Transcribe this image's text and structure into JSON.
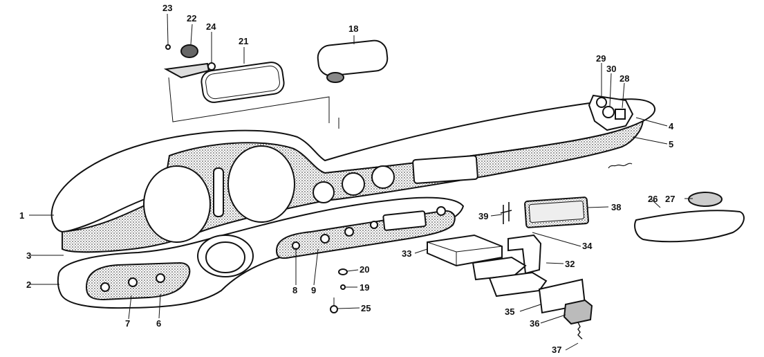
{
  "callouts": [
    {
      "id": "1",
      "label": "1"
    },
    {
      "id": "2",
      "label": "2"
    },
    {
      "id": "3",
      "label": "3"
    },
    {
      "id": "4",
      "label": "4"
    },
    {
      "id": "5",
      "label": "5"
    },
    {
      "id": "6",
      "label": "6"
    },
    {
      "id": "7",
      "label": "7"
    },
    {
      "id": "8",
      "label": "8"
    },
    {
      "id": "9",
      "label": "9"
    },
    {
      "id": "18",
      "label": "18"
    },
    {
      "id": "19",
      "label": "19"
    },
    {
      "id": "20",
      "label": "20"
    },
    {
      "id": "21",
      "label": "21"
    },
    {
      "id": "22",
      "label": "22"
    },
    {
      "id": "23",
      "label": "23"
    },
    {
      "id": "24",
      "label": "24"
    },
    {
      "id": "25",
      "label": "25"
    },
    {
      "id": "26",
      "label": "26"
    },
    {
      "id": "27",
      "label": "27"
    },
    {
      "id": "28",
      "label": "28"
    },
    {
      "id": "29",
      "label": "29"
    },
    {
      "id": "30",
      "label": "30"
    },
    {
      "id": "32",
      "label": "32"
    },
    {
      "id": "33",
      "label": "33"
    },
    {
      "id": "34",
      "label": "34"
    },
    {
      "id": "35",
      "label": "35"
    },
    {
      "id": "36",
      "label": "36"
    },
    {
      "id": "37",
      "label": "37"
    },
    {
      "id": "38",
      "label": "38"
    },
    {
      "id": "39",
      "label": "39"
    }
  ],
  "colors": {
    "ink": "#111111",
    "hatch": "#9a9a9a",
    "paper": "#ffffff"
  }
}
